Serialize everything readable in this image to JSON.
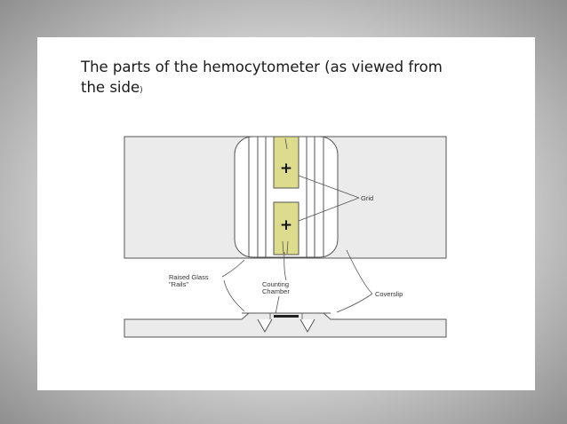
{
  "slide": {
    "title_main": "The parts of the hemocytometer (as viewed from the side",
    "title_paren": ")"
  },
  "diagram": {
    "labels": {
      "grid": "Grid",
      "raised_glass": "Raised Glass",
      "rails": "\"Rails\"",
      "counting": "Counting",
      "chamber": "Chamber",
      "coverslip": "Coverslip"
    },
    "grid_marker": "+",
    "colors": {
      "grid_fill": "#dcdc8c",
      "body_fill": "#ebebeb",
      "outline": "#555555"
    }
  }
}
